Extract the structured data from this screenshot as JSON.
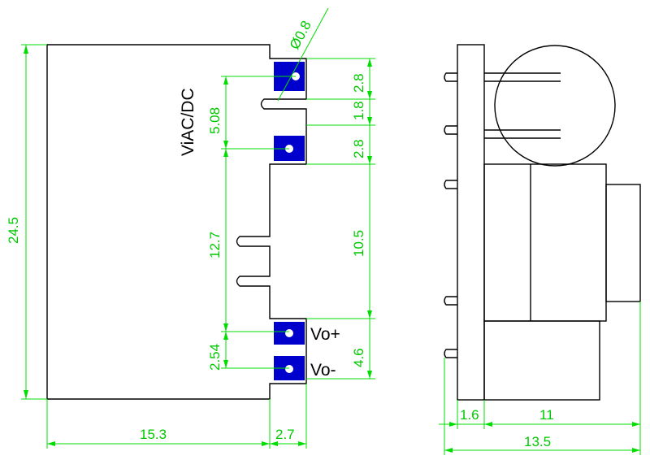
{
  "title_label": "ViAC/DC",
  "pins": {
    "vo_plus": "Vo+",
    "vo_minus": "Vo-"
  },
  "dimensions": {
    "hole": "Ø0.8",
    "height": "24.5",
    "pitch_in": "5.08",
    "pitch_mid": "12.7",
    "pitch_out": "2.54",
    "pad_top": "2.8",
    "slot_gap": "1.8",
    "pad_second": "2.8",
    "gap_mid": "10.5",
    "bottom_span": "4.6",
    "width_main": "15.3",
    "width_tab": "2.7",
    "side_base": "1.6",
    "side_body": "11",
    "side_total": "13.5"
  },
  "colors": {
    "dimension": "#00dd00",
    "pad": "#0000cc",
    "outline": "#000000"
  }
}
